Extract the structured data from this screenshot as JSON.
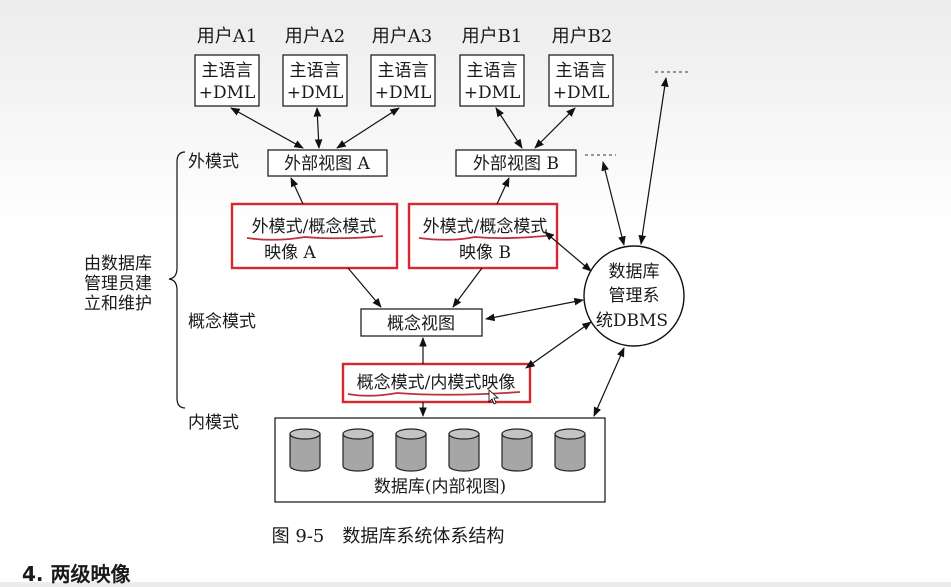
{
  "users": [
    {
      "label": "用户A1",
      "lang": "主语言",
      "dml": "+DML"
    },
    {
      "label": "用户A2",
      "lang": "主语言",
      "dml": "+DML"
    },
    {
      "label": "用户A3",
      "lang": "主语言",
      "dml": "+DML"
    },
    {
      "label": "用户B1",
      "lang": "主语言",
      "dml": "+DML"
    },
    {
      "label": "用户B2",
      "lang": "主语言",
      "dml": "+DML"
    }
  ],
  "levels": {
    "external": "外模式",
    "conceptual": "概念模式",
    "internal": "内模式"
  },
  "dba_note": [
    "由数据库",
    "管理员建",
    "立和维护"
  ],
  "views": {
    "external_a": "外部视图 A",
    "external_b": "外部视图 B",
    "conceptual": "概念视图",
    "internal": "数据库(内部视图)"
  },
  "mappings": {
    "a_line1": "外模式/概念模式",
    "a_line2": "映像 A",
    "b_line1": "外模式/概念模式",
    "b_line2": "映像 B",
    "internal": "概念模式/内模式映像"
  },
  "dbms": [
    "数据库",
    "管理系",
    "统DBMS"
  ],
  "database_count": 6,
  "caption": "图 9-5　数据库系统体系结构",
  "section_heading": "4. 两级映像"
}
